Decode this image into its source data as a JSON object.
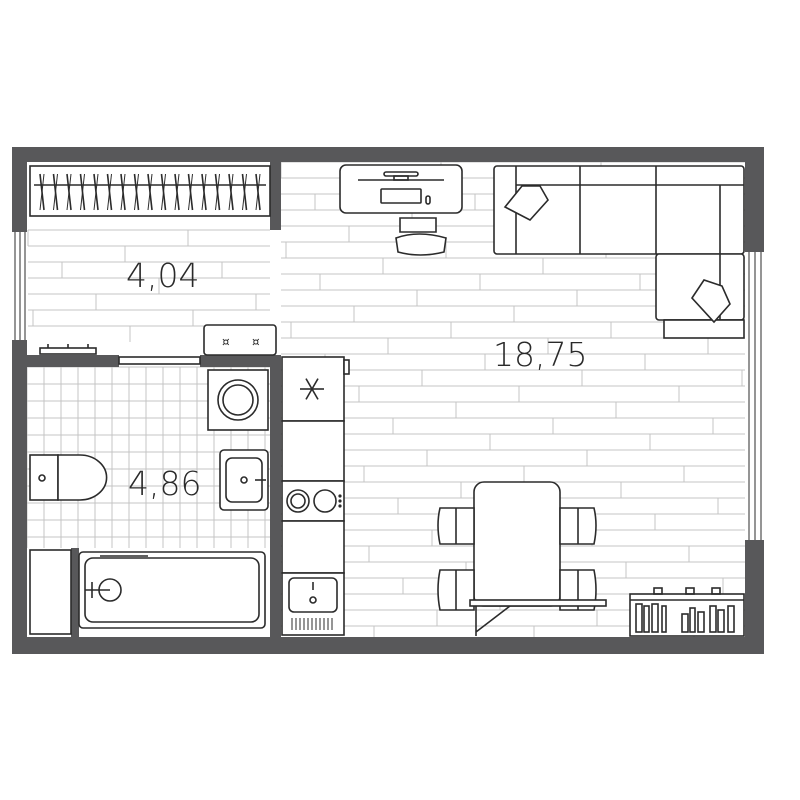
{
  "rooms": [
    {
      "id": "hallway",
      "area": "4,04"
    },
    {
      "id": "living",
      "area": "18,75"
    },
    {
      "id": "bathroom",
      "area": "4,86"
    }
  ],
  "colors": {
    "wall": "#58585a",
    "line": "#2b2b2b",
    "floor_line": "#c4c4c4"
  }
}
